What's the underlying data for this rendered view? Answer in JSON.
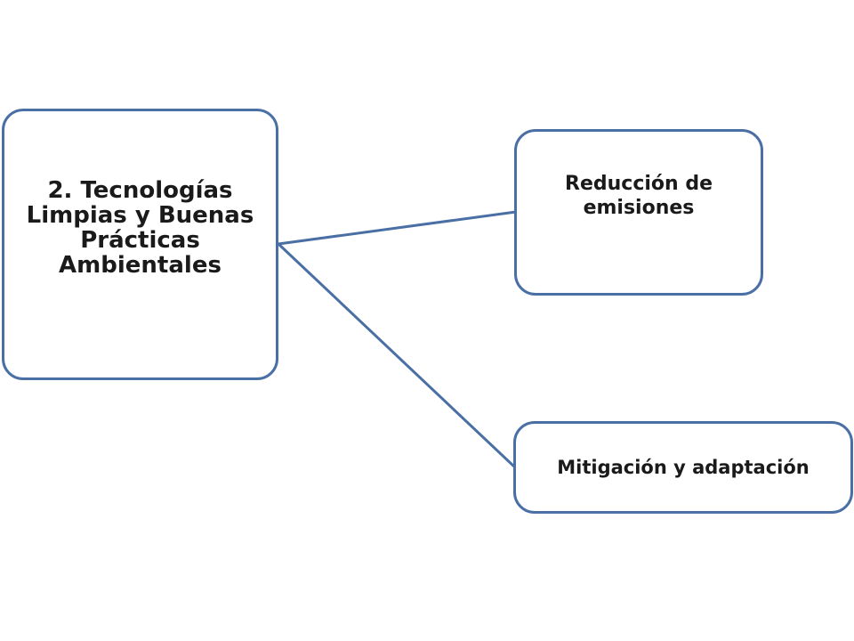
{
  "diagram": {
    "root": {
      "label": "2. Tecnologías Limpias y Buenas Prácticas Ambientales"
    },
    "children": [
      {
        "label": "Reducción de emisiones"
      },
      {
        "label": "Mitigación y adaptación"
      }
    ]
  },
  "colors": {
    "border": "#4a6fa5",
    "connector": "#4a6fa5",
    "text": "#1a1a1a",
    "background": "#ffffff"
  }
}
